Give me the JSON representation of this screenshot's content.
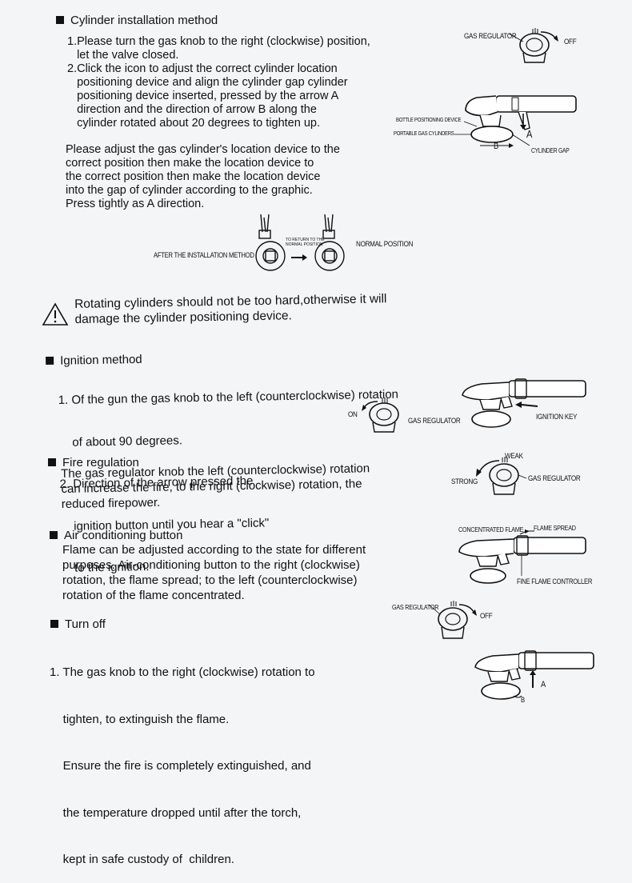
{
  "sections": {
    "cylinder": {
      "title": "Cylinder installation method",
      "lines": [
        "1.Please turn the gas knob to the right (clockwise) position,",
        "   let the valve closed.",
        "2.Click the icon to adjust the correct cylinder location",
        "   positioning device and align the cylinder gap cylinder",
        "   positioning device inserted, pressed by the arrow A",
        "   direction and the direction of arrow B along the",
        "   cylinder rotated about 20 degrees to tighten up."
      ],
      "para": [
        "Please adjust the gas cylinder's location device to the",
        "correct position then make the location device to",
        "the correct position then make the location device",
        "into the gap of cylinder according to the graphic.",
        "Press tightly as A direction."
      ]
    },
    "warning": {
      "lines": [
        "Rotating cylinders should not be too hard,otherwise it will",
        "damage the cylinder positioning device."
      ]
    },
    "ignition": {
      "title": "Ignition method",
      "lines": [
        "1. Of the gun the gas knob to the left (counterclockwise) rotation",
        "    of about 90 degrees.",
        "2. Direction of the arrow pressed the",
        "    ignition button until you hear a \"click\"",
        "    to the ignition."
      ]
    },
    "fire": {
      "title": "Fire regulation",
      "lines": [
        "The gas regulator knob the left (counterclockwise) rotation",
        "can increase the fire, to the right (clockwise) rotation, the",
        "reduced firepower."
      ]
    },
    "air": {
      "title": "Air conditioning button",
      "lines": [
        "Flame can be adjusted according to the state for different",
        "purposes. Air-conditioning button to the right (clockwise)",
        "rotation, the flame spread; to the left (counterclockwise)",
        "rotation of the flame concentrated."
      ]
    },
    "turnoff": {
      "title": "Turn off",
      "lines": [
        "1. The gas knob to the right (clockwise) rotation to",
        "    tighten, to extinguish the flame.",
        "    Ensure the fire is completely extinguished, and",
        "    the temperature dropped until after the torch,",
        "    kept in safe custody of  children."
      ]
    }
  },
  "figure_labels": {
    "gas_regulator": "GAS REGULATOR",
    "off": "OFF",
    "bottle_positioning": "BOTTLE POSITIONING DEVICE",
    "portable_cylinders": "PORTABLE GAS CYLINDERS",
    "a": "A",
    "b": "B",
    "cylinder_gap": "CYLINDER GAP",
    "after_install": "AFTER THE INSTALLATION METHOD",
    "to_return": "TO RETURN TO THE",
    "normal_pos_small": "NORMAL POSITION",
    "normal_position": "NORMAL POSITION",
    "on": "ON",
    "ignition_key": "IGNITION KEY",
    "weak": "WEAK",
    "strong": "STRONG",
    "concentrated_flame": "CONCENTRATED FLAME",
    "flame_spread": "FLAME SPREAD",
    "fine_flame": "FINE FLAME CONTROLLER"
  },
  "colors": {
    "background": "#f4f5f7",
    "ink": "#111111"
  }
}
